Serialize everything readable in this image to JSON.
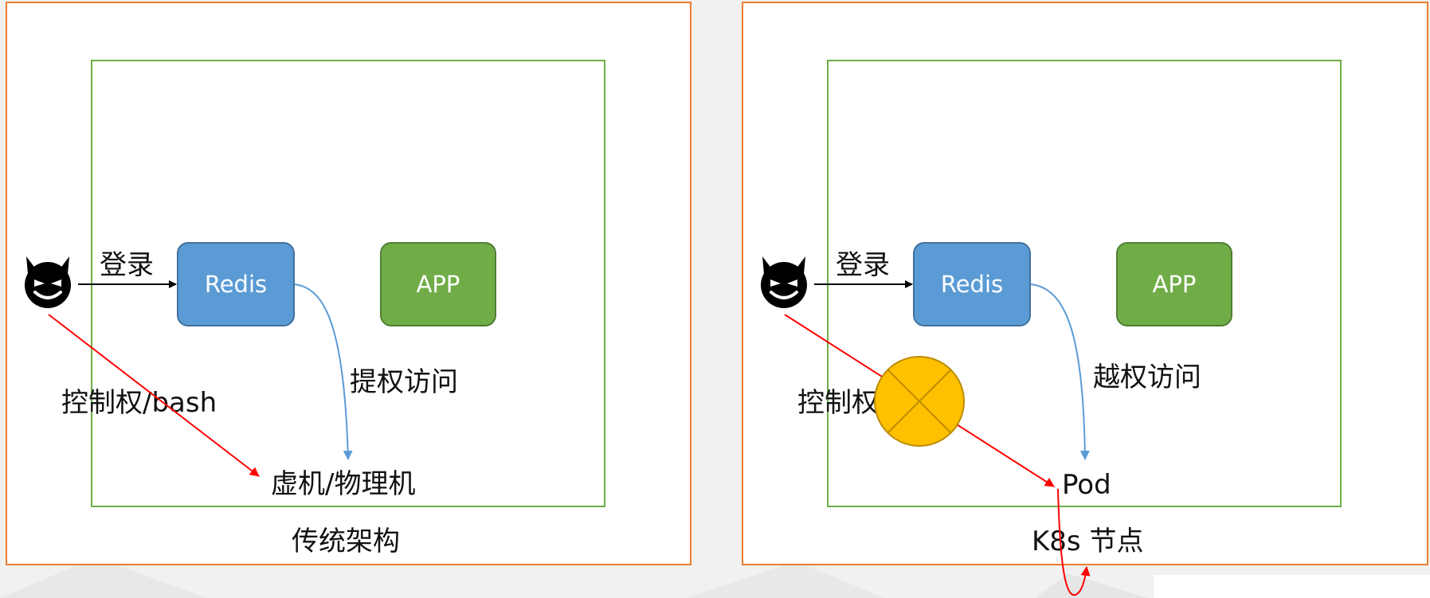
{
  "colors": {
    "panel_border": "#ed7d31",
    "inner_border": "#70ad47",
    "redis_fill": "#5b9bd5",
    "app_fill": "#70ad47",
    "attack_arrow": "#ff0000",
    "access_arrow": "#5b9bd5",
    "blocked_marker": "#ffc000"
  },
  "left_panel": {
    "login_label": "登录",
    "redis_label": "Redis",
    "app_label": "APP",
    "privilege_label": "提权访问",
    "control_label": "控制权/bash",
    "target_label": "虚机/物理机",
    "caption": "传统架构",
    "attacker_icon": "devil-icon"
  },
  "right_panel": {
    "login_label": "登录",
    "redis_label": "Redis",
    "app_label": "APP",
    "privilege_label": "越权访问",
    "control_label": "控制权/bash",
    "target_label": "Pod",
    "caption": "K8s 节点",
    "attacker_icon": "devil-icon",
    "blocked_icon": "blocked-x-icon"
  }
}
